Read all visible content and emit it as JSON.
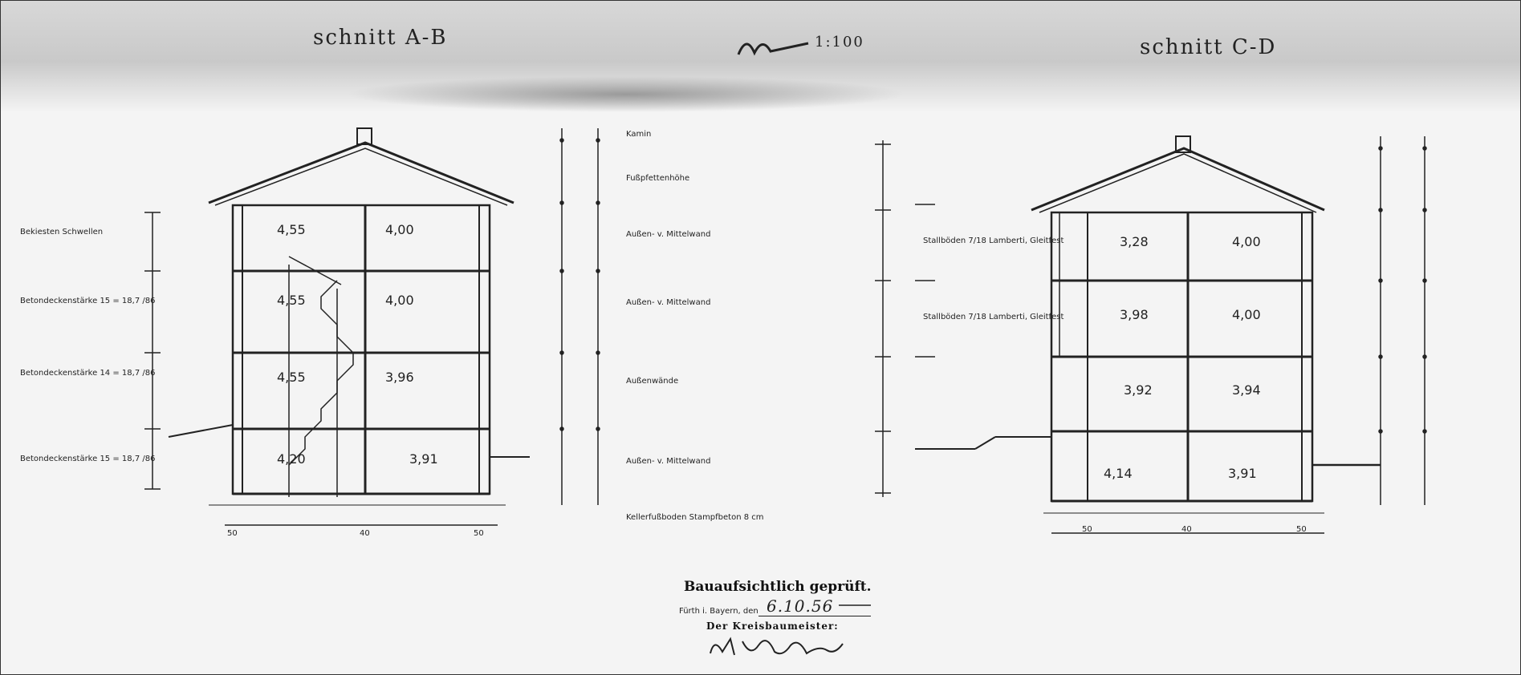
{
  "titles": {
    "section_ab": "schnitt A-B",
    "scale": "1:100",
    "section_cd": "schnitt C-D"
  },
  "left_section": {
    "left_notes": [
      "Bekiesten Schwellen",
      "Betondeckenstärke 15 = 18,7 /86",
      "Betondeckenstärke 14 = 18,7 /86",
      "Betondeckenstärke 15 = 18,7 /86"
    ],
    "room_values": [
      "4,55",
      "4,00",
      "4,55",
      "4,00",
      "4,55",
      "3,96",
      "4,20",
      "3,91"
    ],
    "right_notes": [
      "Kamin",
      "Fußpfettenhöhe",
      "Außen- v. Mittelwand",
      "Außen- v. Mittelwand",
      "Außenwände",
      "Außen- v. Mittelwand",
      "Kellerfußboden Stampfbeton 8 cm"
    ],
    "bottom_dims": [
      "50",
      "40",
      "50"
    ]
  },
  "right_section": {
    "left_notes": [
      "Stallböden 7/18 Lamberti, Gleitfest",
      "Stallböden 7/18 Lamberti, Gleitfest"
    ],
    "room_values": [
      "3,28",
      "4,00",
      "3,98",
      "4,00",
      "3,92",
      "3,94",
      "4,14",
      "3,91"
    ],
    "bottom_dims": [
      "50",
      "40",
      "50"
    ]
  },
  "stamp": {
    "heading": "Bauaufsichtlich geprüft.",
    "place_date_label": "Fürth i. Bayern, den",
    "date": "6.10.56",
    "authority": "Der Kreisbaumeister:"
  }
}
